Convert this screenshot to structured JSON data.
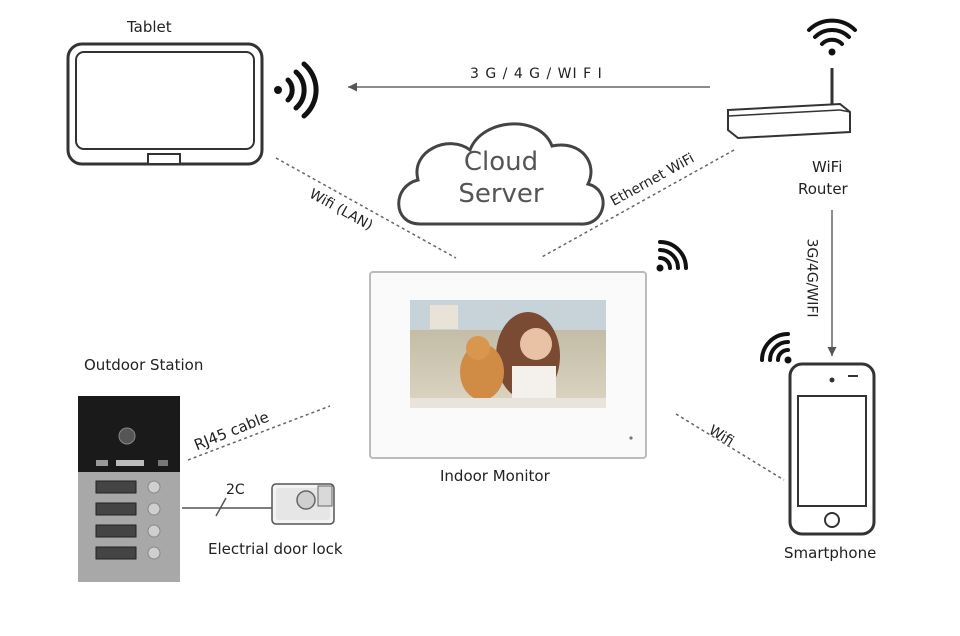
{
  "devices": {
    "tablet": "Tablet",
    "router_line1": "WiFi",
    "router_line2": "Router",
    "outdoor_station": "Outdoor Station",
    "indoor_monitor": "Indoor Monitor",
    "door_lock": "Electrial door lock",
    "smartphone": "Smartphone",
    "cloud_line1": "Cloud",
    "cloud_line2": "Server"
  },
  "links": {
    "router_to_tablet": "3 G / 4 G / WI  F I",
    "tablet_monitor": "Wifi (LAN)",
    "router_monitor": "Ethernet WiFi",
    "router_phone": "3G/4G/WIFI",
    "monitor_phone": "Wifi",
    "outdoor_monitor": "RJ45 cable",
    "lock_wire": "2C"
  },
  "colors": {
    "line": "#555555",
    "device_outline": "#333333",
    "screen_bg": "#3b3b3b"
  }
}
